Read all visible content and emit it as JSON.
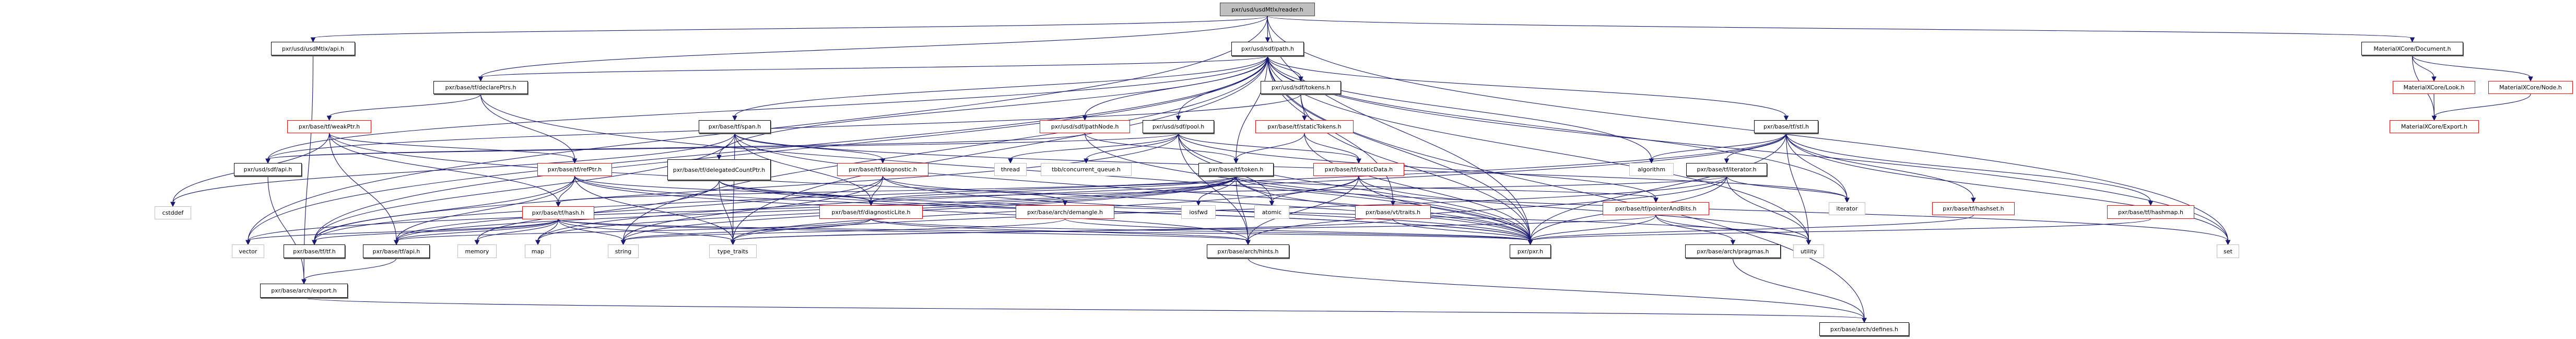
{
  "title": "Include dependency graph for reader.h",
  "colors": {
    "edge": "#191970",
    "root_fill": "#bfbfbf",
    "red_border": "#ff0000",
    "system_border": "#bfbfbf"
  },
  "nodes": [
    {
      "id": "reader",
      "label": "pxr/usd/usdMtlx/reader.h",
      "kind": "root"
    },
    {
      "id": "mtlxapi",
      "label": "pxr/usd/usdMtlx/api.h",
      "kind": "doc"
    },
    {
      "id": "path",
      "label": "pxr/usd/sdf/path.h",
      "kind": "doc"
    },
    {
      "id": "document",
      "label": "MaterialXCore/Document.h",
      "kind": "doc"
    },
    {
      "id": "look",
      "label": "MaterialXCore/Look.h",
      "kind": "red"
    },
    {
      "id": "mxnode",
      "label": "MaterialXCore/Node.h",
      "kind": "red"
    },
    {
      "id": "mxexport",
      "label": "MaterialXCore/Export.h",
      "kind": "red"
    },
    {
      "id": "declarePtrs",
      "label": "pxr/base/tf/declarePtrs.h",
      "kind": "doc"
    },
    {
      "id": "tokens",
      "label": "pxr/usd/sdf/tokens.h",
      "kind": "doc"
    },
    {
      "id": "weakPtr",
      "label": "pxr/base/tf/weakPtr.h",
      "kind": "red"
    },
    {
      "id": "span",
      "label": "pxr/base/tf/span.h",
      "kind": "doc"
    },
    {
      "id": "pathNode",
      "label": "pxr/usd/sdf/pathNode.h",
      "kind": "red"
    },
    {
      "id": "pool",
      "label": "pxr/usd/sdf/pool.h",
      "kind": "doc"
    },
    {
      "id": "staticTokens",
      "label": "pxr/base/tf/staticTokens.h",
      "kind": "red"
    },
    {
      "id": "stl",
      "label": "pxr/base/tf/stl.h",
      "kind": "doc"
    },
    {
      "id": "sdfapi",
      "label": "pxr/usd/sdf/api.h",
      "kind": "doc"
    },
    {
      "id": "refPtr",
      "label": "pxr/base/tf/refPtr.h",
      "kind": "red"
    },
    {
      "id": "delegated",
      "label": "pxr/base/tf/delegatedCountPtr.h",
      "kind": "doc",
      "multi": true
    },
    {
      "id": "diagnostic",
      "label": "pxr/base/tf/diagnostic.h",
      "kind": "red"
    },
    {
      "id": "thread",
      "label": "thread",
      "kind": "sys"
    },
    {
      "id": "tbbqueue",
      "label": "tbb/concurrent_queue.h",
      "kind": "sys"
    },
    {
      "id": "token",
      "label": "pxr/base/tf/token.h",
      "kind": "doc"
    },
    {
      "id": "staticData",
      "label": "pxr/base/tf/staticData.h",
      "kind": "red"
    },
    {
      "id": "algorithm",
      "label": "algorithm",
      "kind": "sys"
    },
    {
      "id": "iteratorh",
      "label": "pxr/base/tf/iterator.h",
      "kind": "doc"
    },
    {
      "id": "cstddef",
      "label": "cstddef",
      "kind": "sys"
    },
    {
      "id": "hash",
      "label": "pxr/base/tf/hash.h",
      "kind": "red"
    },
    {
      "id": "diagnosticLite",
      "label": "pxr/base/tf/diagnosticLite.h",
      "kind": "red"
    },
    {
      "id": "demangle",
      "label": "pxr/base/arch/demangle.h",
      "kind": "red"
    },
    {
      "id": "iosfwd",
      "label": "iosfwd",
      "kind": "sys"
    },
    {
      "id": "atomic",
      "label": "atomic",
      "kind": "sys"
    },
    {
      "id": "vttraits",
      "label": "pxr/base/vt/traits.h",
      "kind": "red"
    },
    {
      "id": "pointerAndBits",
      "label": "pxr/base/tf/pointerAndBits.h",
      "kind": "red"
    },
    {
      "id": "iterator",
      "label": "iterator",
      "kind": "sys"
    },
    {
      "id": "hashset",
      "label": "pxr/base/tf/hashset.h",
      "kind": "red"
    },
    {
      "id": "hashmap",
      "label": "pxr/base/tf/hashmap.h",
      "kind": "red"
    },
    {
      "id": "vector",
      "label": "vector",
      "kind": "sys"
    },
    {
      "id": "tftf",
      "label": "pxr/base/tf/tf.h",
      "kind": "doc"
    },
    {
      "id": "tfapi",
      "label": "pxr/base/tf/api.h",
      "kind": "doc"
    },
    {
      "id": "memory",
      "label": "memory",
      "kind": "sys"
    },
    {
      "id": "map",
      "label": "map",
      "kind": "sys"
    },
    {
      "id": "string",
      "label": "string",
      "kind": "sys"
    },
    {
      "id": "type_traits",
      "label": "type_traits",
      "kind": "sys"
    },
    {
      "id": "hints",
      "label": "pxr/base/arch/hints.h",
      "kind": "doc"
    },
    {
      "id": "pxr",
      "label": "pxr/pxr.h",
      "kind": "doc"
    },
    {
      "id": "pragmas",
      "label": "pxr/base/arch/pragmas.h",
      "kind": "doc"
    },
    {
      "id": "utility",
      "label": "utility",
      "kind": "sys"
    },
    {
      "id": "set",
      "label": "set",
      "kind": "sys"
    },
    {
      "id": "export",
      "label": "pxr/base/arch/export.h",
      "kind": "doc"
    },
    {
      "id": "defines",
      "label": "pxr/base/arch/defines.h",
      "kind": "doc"
    }
  ],
  "edges": [
    [
      "reader",
      "path"
    ],
    [
      "reader",
      "mtlxapi"
    ],
    [
      "reader",
      "document"
    ],
    [
      "reader",
      "declarePtrs"
    ],
    [
      "reader",
      "vector"
    ],
    [
      "reader",
      "pxr"
    ],
    [
      "reader",
      "set"
    ],
    [
      "mtlxapi",
      "export"
    ],
    [
      "document",
      "look"
    ],
    [
      "document",
      "mxnode"
    ],
    [
      "document",
      "mxexport"
    ],
    [
      "look",
      "mxexport"
    ],
    [
      "mxnode",
      "mxexport"
    ],
    [
      "path",
      "tokens"
    ],
    [
      "path",
      "pathNode"
    ],
    [
      "path",
      "pool"
    ],
    [
      "path",
      "span"
    ],
    [
      "path",
      "stl"
    ],
    [
      "path",
      "token"
    ],
    [
      "path",
      "sdfapi"
    ],
    [
      "path",
      "declarePtrs"
    ],
    [
      "path",
      "delegated"
    ],
    [
      "path",
      "vttraits"
    ],
    [
      "path",
      "pxr"
    ],
    [
      "path",
      "algorithm"
    ],
    [
      "path",
      "iterator"
    ],
    [
      "path",
      "set"
    ],
    [
      "path",
      "string"
    ],
    [
      "path",
      "type_traits"
    ],
    [
      "path",
      "utility"
    ],
    [
      "path",
      "vector"
    ],
    [
      "path",
      "defines"
    ],
    [
      "path",
      "tftf"
    ],
    [
      "declarePtrs",
      "weakPtr"
    ],
    [
      "declarePtrs",
      "refPtr"
    ],
    [
      "declarePtrs",
      "pxr"
    ],
    [
      "weakPtr",
      "refPtr"
    ],
    [
      "weakPtr",
      "tfapi"
    ],
    [
      "weakPtr",
      "pxr"
    ],
    [
      "weakPtr",
      "hash"
    ],
    [
      "weakPtr",
      "cstddef"
    ],
    [
      "span",
      "diagnostic"
    ],
    [
      "span",
      "diagnosticLite"
    ],
    [
      "span",
      "pxr"
    ],
    [
      "span",
      "type_traits"
    ],
    [
      "span",
      "iterator"
    ],
    [
      "span",
      "cstddef"
    ],
    [
      "span",
      "tftf"
    ],
    [
      "tokens",
      "staticTokens"
    ],
    [
      "tokens",
      "sdfapi"
    ],
    [
      "tokens",
      "pxr"
    ],
    [
      "pathNode",
      "token"
    ],
    [
      "pathNode",
      "sdfapi"
    ],
    [
      "pathNode",
      "pxr"
    ],
    [
      "pool",
      "thread"
    ],
    [
      "pool",
      "tbbqueue"
    ],
    [
      "pool",
      "staticData"
    ],
    [
      "pool",
      "sdfapi"
    ],
    [
      "pool",
      "pxr"
    ],
    [
      "pool",
      "hints"
    ],
    [
      "pool",
      "atomic"
    ],
    [
      "pool",
      "pointerAndBits"
    ],
    [
      "pool",
      "tftf"
    ],
    [
      "staticTokens",
      "token"
    ],
    [
      "staticTokens",
      "staticData"
    ],
    [
      "staticTokens",
      "pxr"
    ],
    [
      "stl",
      "algorithm"
    ],
    [
      "stl",
      "iteratorh"
    ],
    [
      "stl",
      "iterator"
    ],
    [
      "stl",
      "hashset"
    ],
    [
      "stl",
      "hashmap"
    ],
    [
      "stl",
      "pxr"
    ],
    [
      "stl",
      "tftf"
    ],
    [
      "stl",
      "utility"
    ],
    [
      "stl",
      "set"
    ],
    [
      "stl",
      "map"
    ],
    [
      "sdfapi",
      "export"
    ],
    [
      "refPtr",
      "hash"
    ],
    [
      "refPtr",
      "tfapi"
    ],
    [
      "refPtr",
      "diagnosticLite"
    ],
    [
      "refPtr",
      "type_traits"
    ],
    [
      "refPtr",
      "tftf"
    ],
    [
      "refPtr",
      "pxr"
    ],
    [
      "refPtr",
      "hints"
    ],
    [
      "delegated",
      "diagnosticLite"
    ],
    [
      "delegated",
      "type_traits"
    ],
    [
      "delegated",
      "pxr"
    ],
    [
      "delegated",
      "memory"
    ],
    [
      "delegated",
      "utility"
    ],
    [
      "diagnostic",
      "diagnosticLite"
    ],
    [
      "diagnostic",
      "demangle"
    ],
    [
      "diagnostic",
      "pxr"
    ],
    [
      "diagnostic",
      "string"
    ],
    [
      "diagnostic",
      "tfapi"
    ],
    [
      "token",
      "hash"
    ],
    [
      "token",
      "diagnosticLite"
    ],
    [
      "token",
      "iosfwd"
    ],
    [
      "token",
      "atomic"
    ],
    [
      "token",
      "pointerAndBits"
    ],
    [
      "token",
      "hints"
    ],
    [
      "token",
      "pxr"
    ],
    [
      "token",
      "tfapi"
    ],
    [
      "token",
      "vector"
    ],
    [
      "token",
      "string"
    ],
    [
      "token",
      "set"
    ],
    [
      "token",
      "map"
    ],
    [
      "staticData",
      "atomic"
    ],
    [
      "staticData",
      "pxr"
    ],
    [
      "staticData",
      "hints"
    ],
    [
      "staticData",
      "utility"
    ],
    [
      "staticData",
      "type_traits"
    ],
    [
      "iteratorh",
      "iterator"
    ],
    [
      "iteratorh",
      "utility"
    ],
    [
      "iteratorh",
      "pxr"
    ],
    [
      "iteratorh",
      "type_traits"
    ],
    [
      "iteratorh",
      "hints"
    ],
    [
      "iteratorh",
      "diagnosticLite"
    ],
    [
      "hash",
      "tfapi"
    ],
    [
      "hash",
      "tftf"
    ],
    [
      "hash",
      "memory"
    ],
    [
      "hash",
      "map"
    ],
    [
      "hash",
      "string"
    ],
    [
      "hash",
      "vector"
    ],
    [
      "hash",
      "type_traits"
    ],
    [
      "hash",
      "pxr"
    ],
    [
      "hash",
      "hints"
    ],
    [
      "diagnosticLite",
      "tfapi"
    ],
    [
      "diagnosticLite",
      "pxr"
    ],
    [
      "diagnosticLite",
      "hints"
    ],
    [
      "diagnosticLite",
      "string"
    ],
    [
      "demangle",
      "pxr"
    ],
    [
      "demangle",
      "string"
    ],
    [
      "vttraits",
      "pxr"
    ],
    [
      "vttraits",
      "type_traits"
    ],
    [
      "pointerAndBits",
      "pxr"
    ],
    [
      "pointerAndBits",
      "pragmas"
    ],
    [
      "pointerAndBits",
      "utility"
    ],
    [
      "pointerAndBits",
      "type_traits"
    ],
    [
      "hashset",
      "pxr"
    ],
    [
      "hashmap",
      "pxr"
    ],
    [
      "tfapi",
      "export"
    ],
    [
      "pragmas",
      "defines"
    ],
    [
      "hints",
      "defines"
    ],
    [
      "export",
      "defines"
    ]
  ]
}
